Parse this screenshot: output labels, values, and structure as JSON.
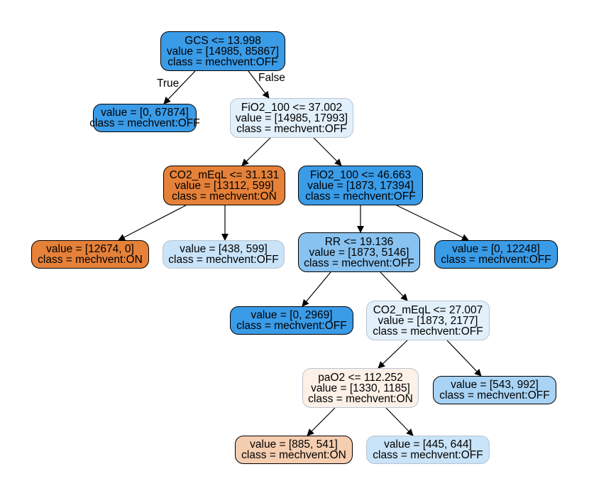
{
  "colors": {
    "deep_blue": "#3a9be7",
    "blue_mid": "#88c2f0",
    "blue_light": "#a8d3f4",
    "blue_pale": "#c9e3f8",
    "blue_faint": "#e2f0fb",
    "orange": "#e58139",
    "orange_light": "#f5cdb0",
    "orange_faint": "#fcf0e7"
  },
  "edge_labels": {
    "true_label": "True",
    "false_label": "False"
  },
  "nodes": [
    {
      "id": "n0",
      "lines": [
        "GCS <= 13.998",
        "value = [14985, 85867]",
        "class = mechvent:OFF"
      ]
    },
    {
      "id": "n1",
      "lines": [
        "value = [0, 67874]",
        "class = mechvent:OFF"
      ]
    },
    {
      "id": "n2",
      "lines": [
        "FiO2_100 <= 37.002",
        "value = [14985, 17993]",
        "class = mechvent:OFF"
      ]
    },
    {
      "id": "n3",
      "lines": [
        "CO2_mEqL <= 31.131",
        "value = [13112, 599]",
        "class = mechvent:ON"
      ]
    },
    {
      "id": "n4",
      "lines": [
        "value = [12674, 0]",
        "class = mechvent:ON"
      ]
    },
    {
      "id": "n5",
      "lines": [
        "value = [438, 599]",
        "class = mechvent:OFF"
      ]
    },
    {
      "id": "n6",
      "lines": [
        "FiO2_100 <= 46.663",
        "value = [1873, 17394]",
        "class = mechvent:OFF"
      ]
    },
    {
      "id": "n7",
      "lines": [
        "RR <= 19.136",
        "value = [1873, 5146]",
        "class = mechvent:OFF"
      ]
    },
    {
      "id": "n8",
      "lines": [
        "value = [0, 12248]",
        "class = mechvent:OFF"
      ]
    },
    {
      "id": "n9",
      "lines": [
        "value = [0, 2969]",
        "class = mechvent:OFF"
      ]
    },
    {
      "id": "n10",
      "lines": [
        "CO2_mEqL <= 27.007",
        "value = [1873, 2177]",
        "class = mechvent:OFF"
      ]
    },
    {
      "id": "n11",
      "lines": [
        "paO2 <= 112.252",
        "value = [1330, 1185]",
        "class = mechvent:ON"
      ]
    },
    {
      "id": "n12",
      "lines": [
        "value = [543, 992]",
        "class = mechvent:OFF"
      ]
    },
    {
      "id": "n13",
      "lines": [
        "value = [885, 541]",
        "class = mechvent:ON"
      ]
    },
    {
      "id": "n14",
      "lines": [
        "value = [445, 644]",
        "class = mechvent:OFF"
      ]
    }
  ]
}
